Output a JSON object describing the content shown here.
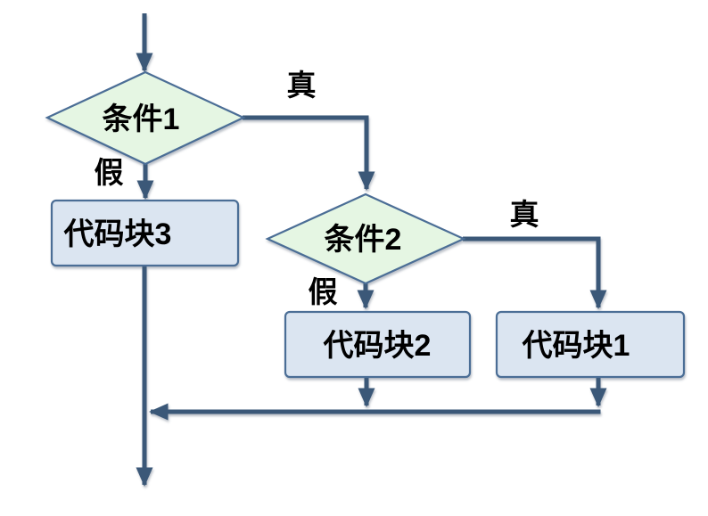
{
  "diagram": {
    "type": "flowchart",
    "description": "Nested conditional (if/else) flowchart",
    "nodes": {
      "condition1": {
        "label": "条件1",
        "shape": "decision"
      },
      "condition2": {
        "label": "条件2",
        "shape": "decision"
      },
      "block3": {
        "label": "代码块3",
        "shape": "process"
      },
      "block2": {
        "label": "代码块2",
        "shape": "process"
      },
      "block1": {
        "label": "代码块1",
        "shape": "process"
      }
    },
    "edge_labels": {
      "cond1_true": "真",
      "cond1_false": "假",
      "cond2_true": "真",
      "cond2_false": "假"
    },
    "edges": [
      {
        "from": "start",
        "to": "condition1"
      },
      {
        "from": "condition1",
        "to": "block3",
        "label": "假"
      },
      {
        "from": "condition1",
        "to": "condition2",
        "label": "真"
      },
      {
        "from": "condition2",
        "to": "block2",
        "label": "假"
      },
      {
        "from": "condition2",
        "to": "block1",
        "label": "真"
      },
      {
        "from": "block3",
        "to": "end"
      },
      {
        "from": "block2",
        "to": "merge"
      },
      {
        "from": "block1",
        "to": "merge"
      },
      {
        "from": "merge",
        "to": "end"
      }
    ],
    "colors": {
      "connector": "#3B5878",
      "node_border": "#4C6E96",
      "decision_fill": "#E5F6E3",
      "process_fill": "#DBE5F1",
      "label_text": "#000000",
      "background": "#FFFFFF"
    }
  }
}
